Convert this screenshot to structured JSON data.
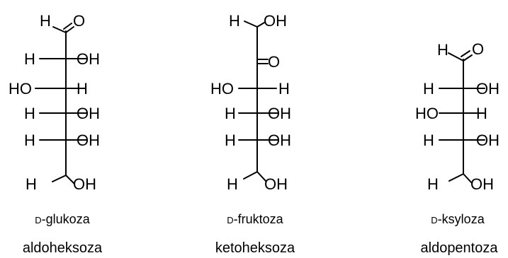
{
  "molecules": [
    {
      "name_prefix": "D",
      "name_suffix": "-glukoza",
      "class_label": "aldoheksoza",
      "top_group": {
        "left": "H",
        "right": "O"
      },
      "chain": [
        {
          "left": "H",
          "right": "OH"
        },
        {
          "left": "HO",
          "right": "H"
        },
        {
          "left": "H",
          "right": "OH"
        },
        {
          "left": "H",
          "right": "OH"
        }
      ],
      "bottom_group": {
        "left": "H",
        "right": "OH"
      }
    },
    {
      "name_prefix": "D",
      "name_suffix": "-fruktoza",
      "class_label": "ketoheksoza",
      "top_group": {
        "left": "H",
        "right": "OH"
      },
      "carbonyl": "O",
      "chain": [
        {
          "left": "HO",
          "right": "H"
        },
        {
          "left": "H",
          "right": "OH"
        },
        {
          "left": "H",
          "right": "OH"
        }
      ],
      "bottom_group": {
        "left": "H",
        "right": "OH"
      }
    },
    {
      "name_prefix": "D",
      "name_suffix": "-ksyloza",
      "class_label": "aldopentoza",
      "top_group": {
        "left": "H",
        "right": "O"
      },
      "chain": [
        {
          "left": "H",
          "right": "OH"
        },
        {
          "left": "HO",
          "right": "H"
        },
        {
          "left": "H",
          "right": "OH"
        }
      ],
      "bottom_group": {
        "left": "H",
        "right": "OH"
      }
    }
  ]
}
